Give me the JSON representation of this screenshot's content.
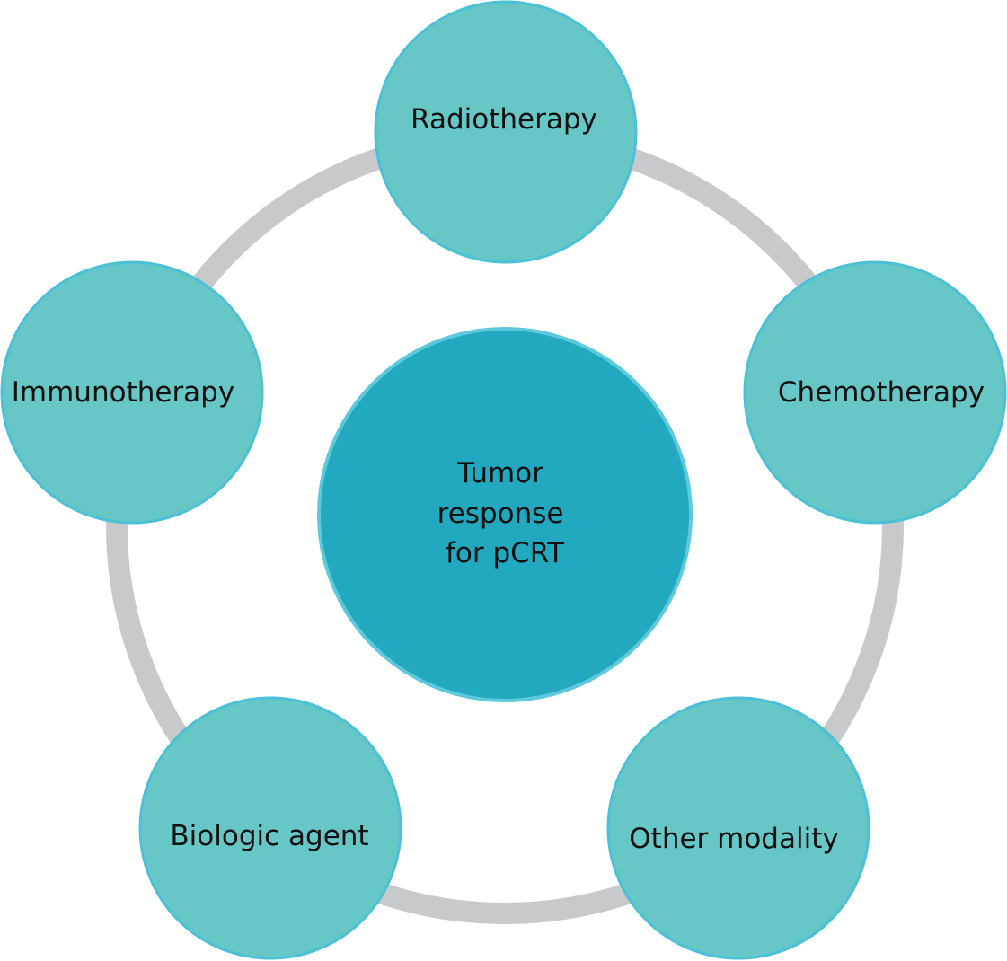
{
  "diagram": {
    "center": {
      "lines": [
        "Tumor",
        "response",
        "for pCRT"
      ]
    },
    "nodes": [
      {
        "id": "radiotherapy",
        "label": "Radiotherapy"
      },
      {
        "id": "chemotherapy",
        "label": "Chemotherapy"
      },
      {
        "id": "other-modality",
        "label": "Other modality"
      },
      {
        "id": "biologic-agent",
        "label": "Biologic agent"
      },
      {
        "id": "immunotherapy",
        "label": "Immunotherapy"
      }
    ],
    "colors": {
      "ring": "#c8c9cb",
      "node_fill": "#67c7c6",
      "node_stroke": "#4cc0d6",
      "center_fill": "#23a9bf",
      "center_stroke": "#5ec9dc",
      "text": "#111111"
    }
  }
}
